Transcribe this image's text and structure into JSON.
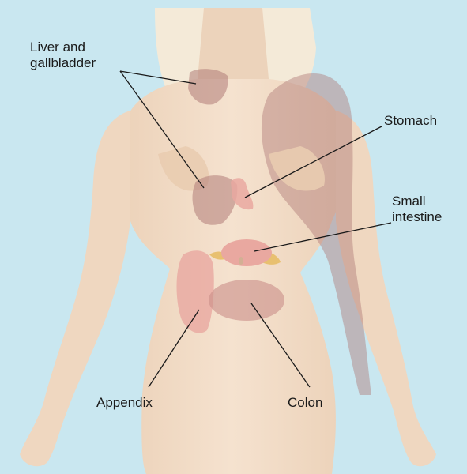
{
  "labels": {
    "liver_gallbladder": "Liver and\ngallbladder",
    "stomach": "Stomach",
    "small_intestine": "Small\nintestine",
    "appendix": "Appendix",
    "colon": "Colon"
  },
  "colors": {
    "background": "#c9e7f0",
    "skin": "#f2dcc6",
    "skin_shadow": "#e3c5a8",
    "hair": "#f4ead8",
    "referred_pain_area": "#b07b78",
    "organ_highlight": "#e9a8a0",
    "leader_line": "#1a1a1a"
  }
}
